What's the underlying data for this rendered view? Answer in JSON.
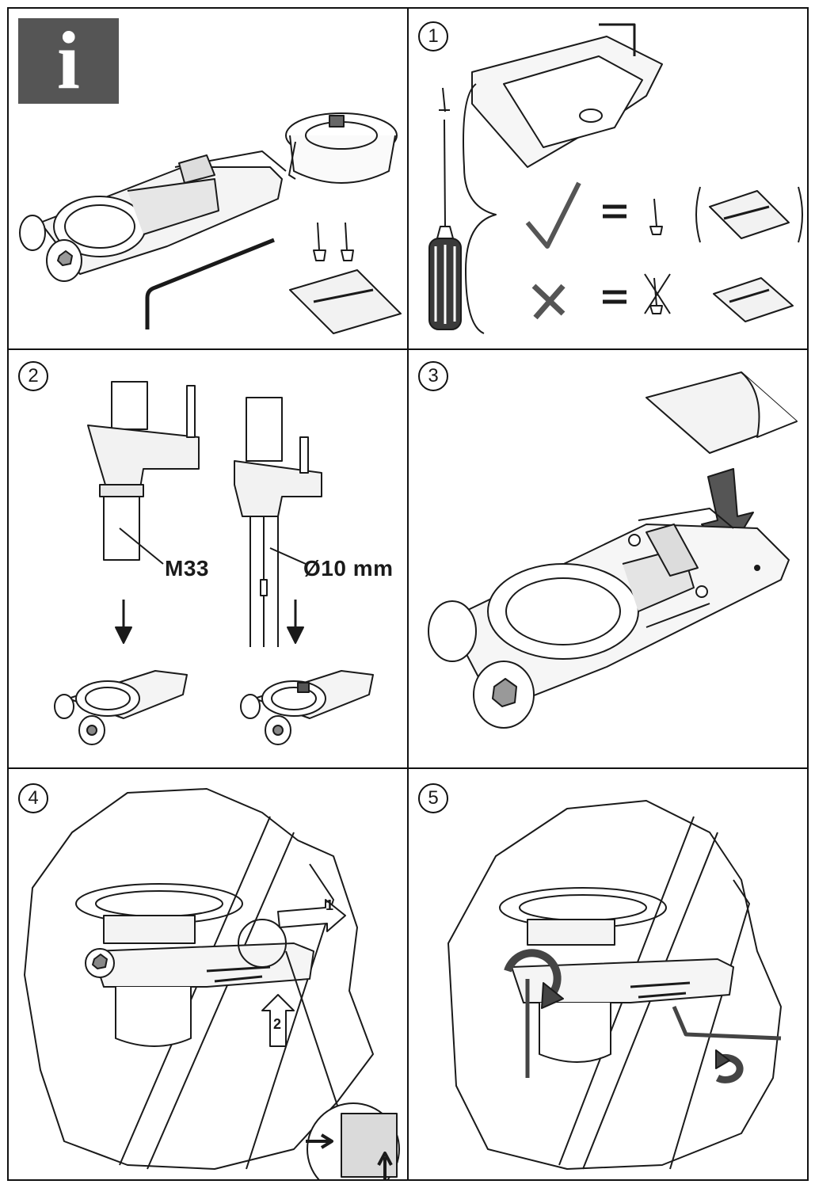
{
  "info_badge": "i",
  "steps": [
    "1",
    "2",
    "3",
    "4",
    "5"
  ],
  "labels": {
    "thread_size": "M33",
    "hole_diameter": "Ø10 mm"
  },
  "arrow_numbers": [
    "1",
    "2"
  ],
  "colors": {
    "line": "#1a1a1a",
    "badge_bg": "#555555",
    "dark_part": "#444444",
    "shade": "#cfcfcf"
  }
}
